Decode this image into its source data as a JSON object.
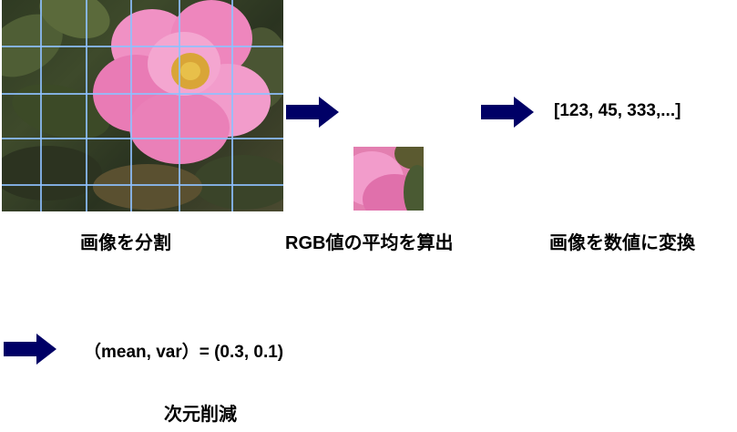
{
  "steps": {
    "split_label": "画像を分割",
    "average_label": "RGB値の平均を算出",
    "convert_label": "画像を数値に変換",
    "vector_text": "[123, 45, 333,...]"
  },
  "reduction": {
    "formula_text": "（mean, var）= (0.3, 0.1)",
    "label": "次元削減"
  },
  "colors": {
    "arrow": "#000066",
    "grid": "#8ec1ff",
    "petal": "#e67db3"
  },
  "icons": {
    "arrow": "right-arrow-icon"
  }
}
